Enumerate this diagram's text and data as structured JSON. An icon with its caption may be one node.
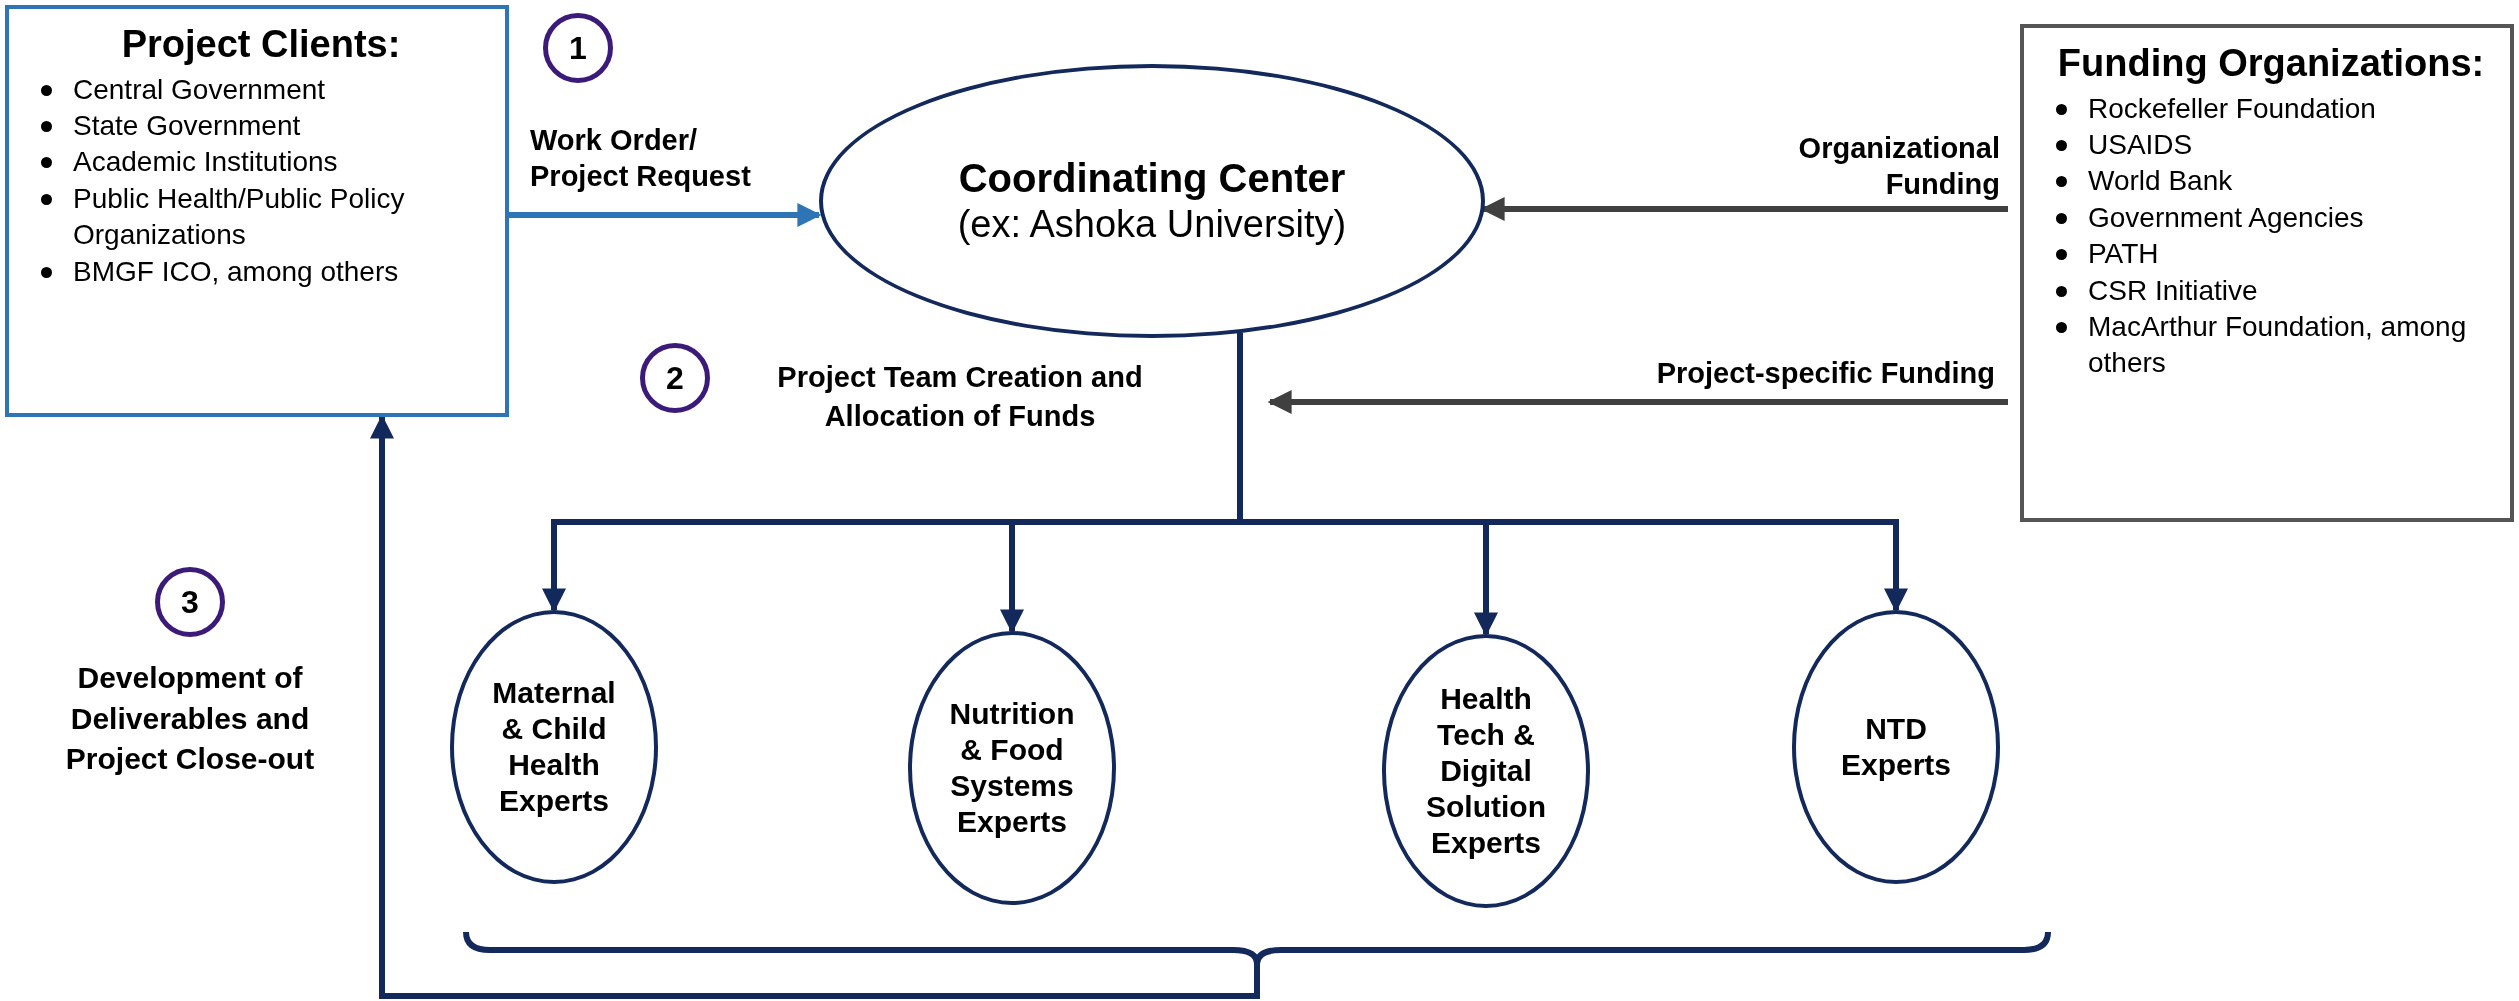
{
  "diagram": {
    "nodes": [
      {
        "text": [
          "Project Clients:",
          "Central Government",
          "State Government",
          "Academic Institutions",
          "Public Health/Public Policy Organizations",
          "BMGF ICO, among others"
        ]
      },
      {
        "text": [
          "1"
        ]
      },
      {
        "text": [
          "Coordinating Center",
          "(ex: Ashoka University)"
        ]
      },
      {
        "text": [
          "Funding Organizations:",
          "Rockefeller Foundation",
          "USAIDS",
          "World Bank",
          "Government Agencies",
          "PATH",
          "CSR Initiative",
          "MacArthur Foundation, among others"
        ]
      },
      {
        "text": [
          "2"
        ]
      },
      {
        "text": [
          "3"
        ]
      },
      {
        "text": [
          "Maternal & Child Health Experts"
        ]
      },
      {
        "text": [
          "Nutrition & Food Systems Experts"
        ]
      },
      {
        "text": [
          "Health Tech & Digital Solution Experts"
        ]
      },
      {
        "text": [
          "NTD Experts"
        ]
      },
      {
        "text": [],
        "shape": "bracket"
      }
    ],
    "edges": [
      {
        "from": 0,
        "to": 2,
        "arrow": "to",
        "label": "Work Order/ Project Request",
        "color": "#2e75b6"
      },
      {
        "from": 3,
        "to": 2,
        "arrow": "to",
        "label": "Organizational Funding",
        "color": "#404040"
      },
      {
        "from": 3,
        "to": 2,
        "arrow": "to",
        "label": "Project-specific Funding",
        "color": "#404040"
      },
      {
        "from": 2,
        "to": 6,
        "arrow": "to"
      },
      {
        "from": 2,
        "to": 7,
        "arrow": "to"
      },
      {
        "from": 2,
        "to": 8,
        "arrow": "to"
      },
      {
        "from": 2,
        "to": 9,
        "arrow": "to"
      },
      {
        "from": 10,
        "to": 0,
        "arrow": "to"
      }
    ],
    "labels": [
      "Project Team Creation and Allocation of Funds",
      "Development of Deliverables and Project Close-out"
    ]
  }
}
